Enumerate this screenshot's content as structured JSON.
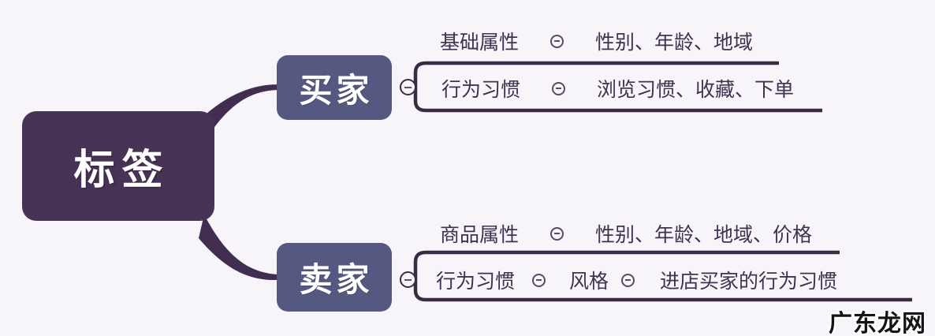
{
  "colors": {
    "background": "#f8f5fa",
    "root_fill": "#473355",
    "branch_fill": "#555880",
    "line": "#3a2a46",
    "curve": "#402d4f",
    "child_text": "#3f3150",
    "node_text": "#ffffff"
  },
  "root": {
    "label": "标签"
  },
  "branches": [
    {
      "label": "买家",
      "children": [
        {
          "label": "基础属性",
          "children": [
            {
              "label": "性别、年龄、地域"
            }
          ]
        },
        {
          "label": "行为习惯",
          "children": [
            {
              "label": "浏览习惯、收藏、下单"
            }
          ]
        }
      ]
    },
    {
      "label": "卖家",
      "children": [
        {
          "label": "商品属性",
          "children": [
            {
              "label": "性别、年龄、地域、价格"
            }
          ]
        },
        {
          "label": "行为习惯",
          "children": [
            {
              "label": "风格",
              "children": [
                {
                  "label": "进店买家的行为习惯"
                }
              ]
            }
          ]
        }
      ]
    }
  ],
  "icons": {
    "collapse": "minus-circle-icon"
  },
  "watermark": {
    "text": "广东龙网"
  }
}
